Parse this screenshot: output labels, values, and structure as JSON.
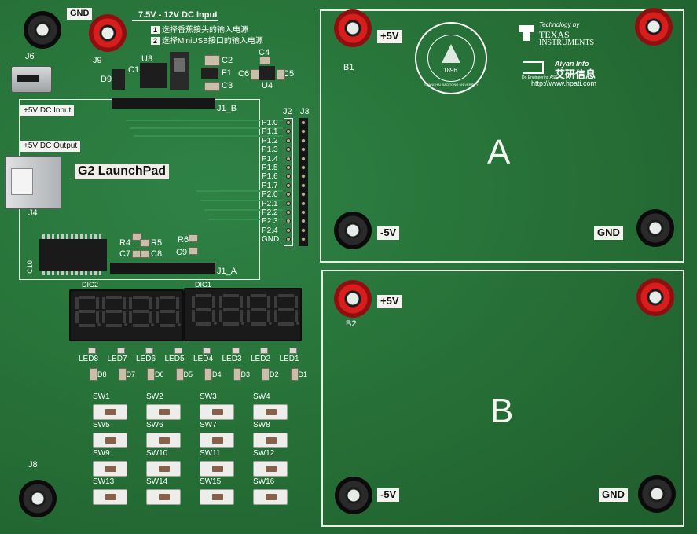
{
  "board": {
    "inputs": {
      "gnd_top": "GND",
      "dc_input": "7.5V - 12V DC Input",
      "option_1_num": "1",
      "option_1_text": "选择香蕉接头的输入电源",
      "option_2_num": "2",
      "option_2_text": "选择MiniUSB接口的输入电源",
      "j6": "J6",
      "j9": "J9",
      "u3": "U3",
      "c1": "C1",
      "c2": "C2",
      "c3": "C3",
      "f1": "F1",
      "d9": "D9",
      "c4": "C4",
      "c6": "C6",
      "c5": "C5",
      "u4": "U4",
      "dc5_input": "+5V DC Input",
      "dc5_output": "+5V DC Output",
      "j4": "J4",
      "j1b": "J1_B",
      "j1a": "J1_A",
      "launchpad": "G2 LaunchPad",
      "j2": "J2",
      "j3": "J3",
      "c10": "C10",
      "r4": "R4",
      "r5": "R5",
      "r6": "R6",
      "c7": "C7",
      "c8": "C8",
      "c9": "C9",
      "j8": "J8",
      "pins": [
        "P1.0",
        "P1.1",
        "P1.2",
        "P1.3",
        "P1.4",
        "P1.5",
        "P1.6",
        "P1.7",
        "P2.0",
        "P2.1",
        "P2.2",
        "P2.3",
        "P2.4",
        "GND"
      ]
    },
    "zone_a": {
      "letter": "A",
      "b1": "B1",
      "plus5": "+5V",
      "minus5": "-5V",
      "gnd": "GND"
    },
    "zone_b": {
      "letter": "B",
      "b2": "B2",
      "plus5": "+5V",
      "minus5": "-5V",
      "gnd": "GND"
    },
    "logos": {
      "ti_tagline": "Technology by",
      "ti_name1": "TEXAS",
      "ti_name2": "INSTRUMENTS",
      "aiyan_en": "Aiyan Info",
      "aiyan_sub": "Do Engineering ASK",
      "aiyan_cn": "艾研信息",
      "aiyan_url": "http://www.hpati.com",
      "sjtu_year": "1896",
      "sjtu_name": "SHANGHAI JIAO TONG UNIVERSITY"
    },
    "display": {
      "dig2": "DIG2",
      "dig1": "DIG1",
      "leds": [
        "LED8",
        "LED7",
        "LED6",
        "LED5",
        "LED4",
        "LED3",
        "LED2",
        "LED1"
      ],
      "diodes": [
        "D8",
        "D7",
        "D6",
        "D5",
        "D4",
        "D3",
        "D2",
        "D1"
      ]
    },
    "switches": [
      "SW1",
      "SW2",
      "SW3",
      "SW4",
      "SW5",
      "SW6",
      "SW7",
      "SW8",
      "SW9",
      "SW10",
      "SW11",
      "SW12",
      "SW13",
      "SW14",
      "SW15",
      "SW16"
    ]
  },
  "colors": {
    "pcb_green": "#277238",
    "silkscreen": "#ffffff",
    "post_red": "#d81d1d",
    "post_black": "#1c1c1c"
  }
}
